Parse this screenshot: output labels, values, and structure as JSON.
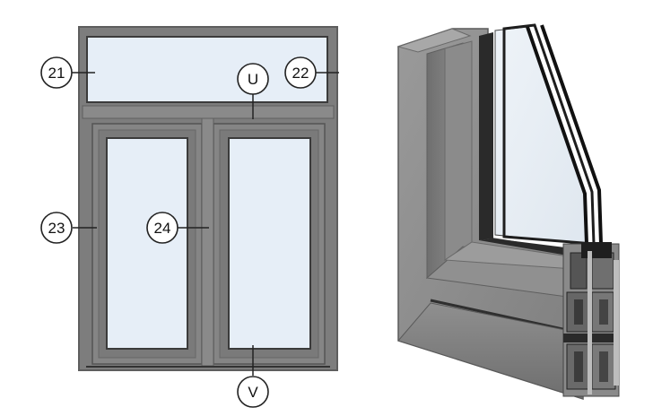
{
  "colors": {
    "frame_outer": "#7d7d7d",
    "frame_edge": "#5e5e5e",
    "glass": "#e6eef7",
    "glass_edge": "#3b3b3b",
    "profile_dark": "#2a2a2a",
    "profile_mid": "#8a8a8a",
    "profile_light": "#a9a9a9",
    "callout_stroke": "#222222",
    "background": "#ffffff"
  },
  "elevation": {
    "callouts": [
      {
        "id": "c21",
        "label": "21",
        "icon": "callout-circle"
      },
      {
        "id": "c22",
        "label": "22",
        "icon": "callout-circle"
      },
      {
        "id": "cU",
        "label": "U",
        "icon": "callout-circle"
      },
      {
        "id": "c23",
        "label": "23",
        "icon": "callout-circle"
      },
      {
        "id": "c24",
        "label": "24",
        "icon": "callout-circle"
      },
      {
        "id": "cV",
        "label": "V",
        "icon": "callout-circle"
      }
    ]
  },
  "section_view": {
    "icon": "window-corner-profile-render"
  }
}
